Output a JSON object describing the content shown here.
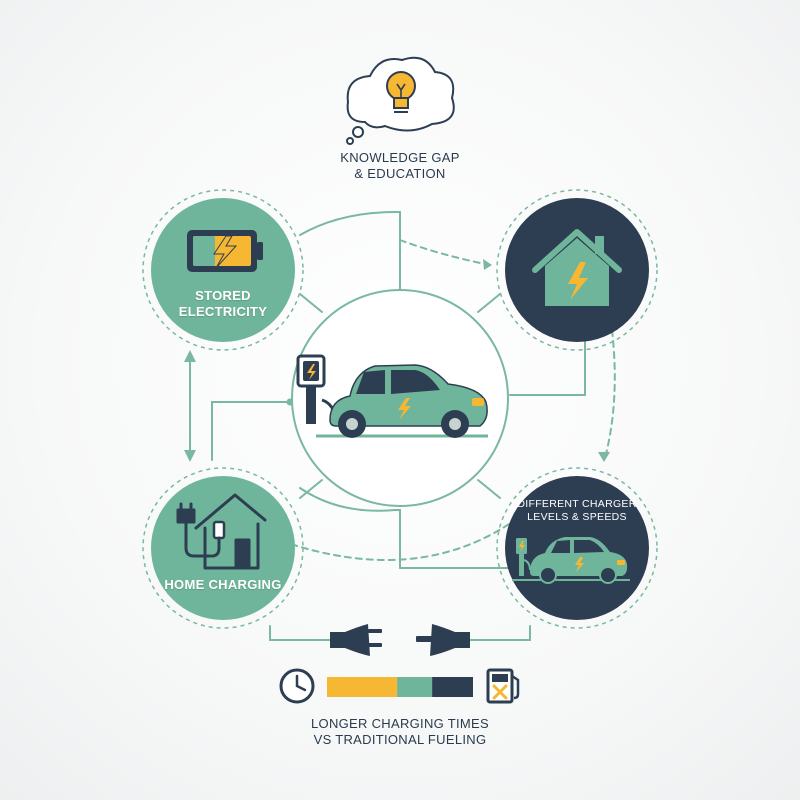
{
  "title": {
    "line1": "KNOWLEDGE GAP",
    "line2": "& EDUCATION"
  },
  "nodes": {
    "stored": {
      "line1": "STORED",
      "line2": "ELECTRICITY"
    },
    "home": {
      "line1": "HOME CHARGING"
    },
    "charger": {
      "line1": "DIFFERENT CHARGER",
      "line2": "LEVELS & SPEEDS"
    }
  },
  "footer": {
    "line1": "LONGER CHARGING TIMES",
    "line2": "VS TRADITIONAL FUELING"
  },
  "progress": {
    "segments": [
      0.48,
      0.24,
      0.28
    ]
  },
  "colors": {
    "teal": "#6fb59b",
    "teal_light": "#89c4ae",
    "navy": "#2d3e52",
    "yellow": "#f6b733",
    "line": "#74b49c"
  },
  "icons": [
    "lightbulb-icon",
    "battery-icon",
    "house-lightning-icon",
    "plug-house-icon",
    "ev-car-icon",
    "charger-station-icon",
    "clock-icon",
    "fuel-pump-icon",
    "plug-icon"
  ]
}
